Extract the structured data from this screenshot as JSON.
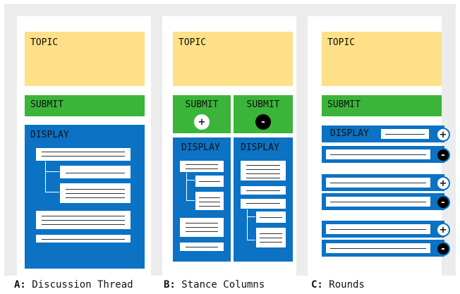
{
  "labels": {
    "topic": "TOPIC",
    "submit": "SUBMIT",
    "display": "DISPLAY"
  },
  "stance": {
    "plus": "+",
    "minus": "-"
  },
  "captions": [
    {
      "letter": "A:",
      "text": " Discussion Thread"
    },
    {
      "letter": "B:",
      "text": " Stance Columns"
    },
    {
      "letter": "C:",
      "text": " Rounds"
    }
  ],
  "colors": {
    "topic": "#fde087",
    "submit": "#3bb43a",
    "display": "#0b72c4",
    "background": "#ececec"
  }
}
